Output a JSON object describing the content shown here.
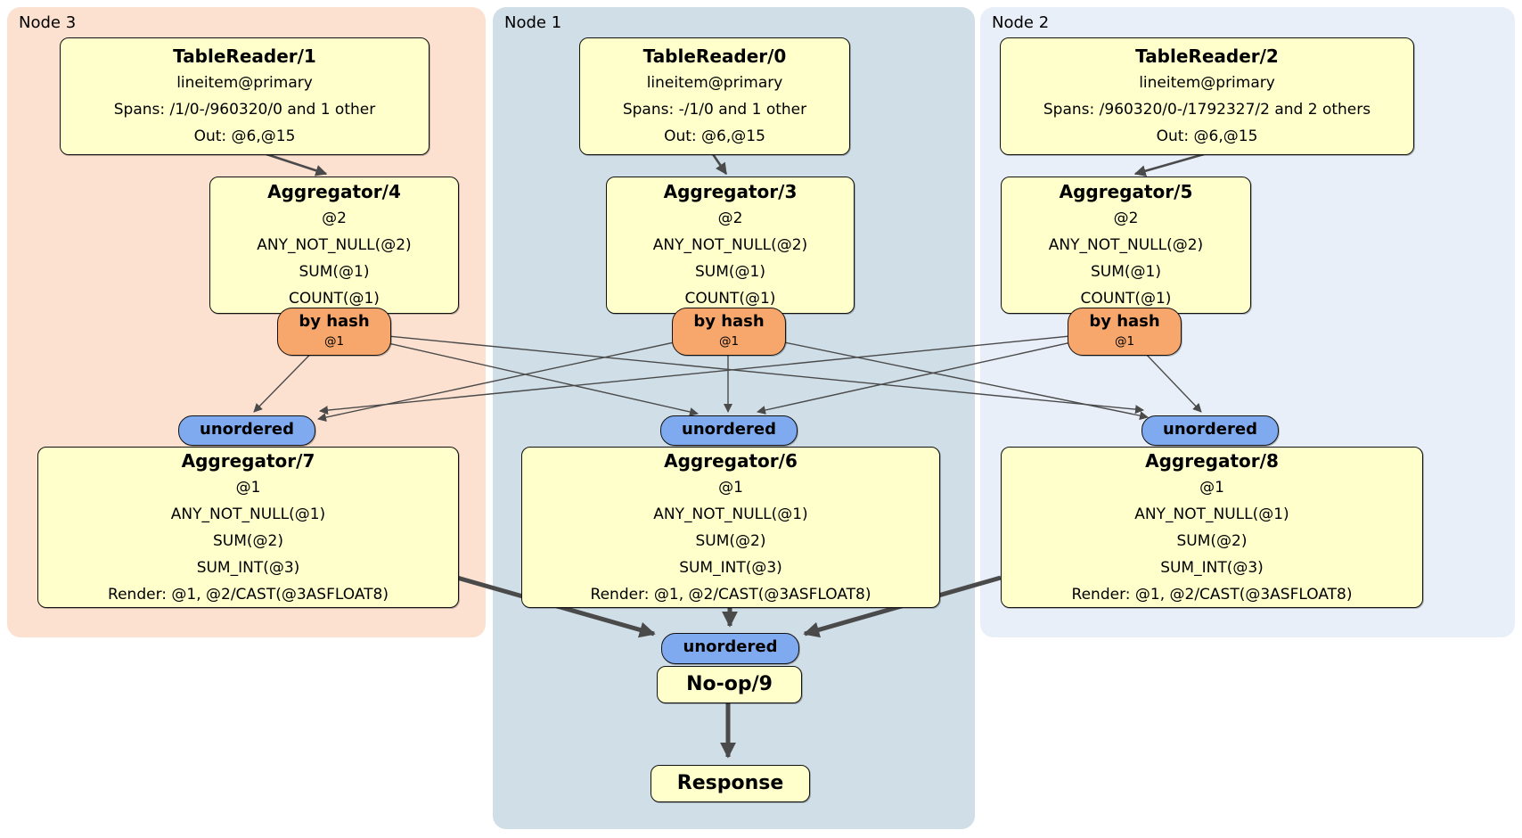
{
  "regions": [
    {
      "label": "Node 3"
    },
    {
      "label": "Node 1"
    },
    {
      "label": "Node 2"
    }
  ],
  "processors": {
    "tr1": {
      "title": "TableReader/1",
      "lines": [
        "lineitem@primary",
        "Spans: /1/0-/960320/0 and 1 other",
        "Out: @6,@15"
      ]
    },
    "tr0": {
      "title": "TableReader/0",
      "lines": [
        "lineitem@primary",
        "Spans: -/1/0 and 1 other",
        "Out: @6,@15"
      ]
    },
    "tr2": {
      "title": "TableReader/2",
      "lines": [
        "lineitem@primary",
        "Spans: /960320/0-/1792327/2 and 2 others",
        "Out: @6,@15"
      ]
    },
    "agg4": {
      "title": "Aggregator/4",
      "lines": [
        "@2",
        "ANY_NOT_NULL(@2)",
        "SUM(@1)",
        "COUNT(@1)"
      ]
    },
    "agg3": {
      "title": "Aggregator/3",
      "lines": [
        "@2",
        "ANY_NOT_NULL(@2)",
        "SUM(@1)",
        "COUNT(@1)"
      ]
    },
    "agg5": {
      "title": "Aggregator/5",
      "lines": [
        "@2",
        "ANY_NOT_NULL(@2)",
        "SUM(@1)",
        "COUNT(@1)"
      ]
    },
    "agg7": {
      "title": "Aggregator/7",
      "lines": [
        "@1",
        "ANY_NOT_NULL(@1)",
        "SUM(@2)",
        "SUM_INT(@3)",
        "Render: @1, @2/CAST(@3ASFLOAT8)"
      ]
    },
    "agg6": {
      "title": "Aggregator/6",
      "lines": [
        "@1",
        "ANY_NOT_NULL(@1)",
        "SUM(@2)",
        "SUM_INT(@3)",
        "Render: @1, @2/CAST(@3ASFLOAT8)"
      ]
    },
    "agg8": {
      "title": "Aggregator/8",
      "lines": [
        "@1",
        "ANY_NOT_NULL(@1)",
        "SUM(@2)",
        "SUM_INT(@3)",
        "Render: @1, @2/CAST(@3ASFLOAT8)"
      ]
    },
    "noop": {
      "title": "No-op/9"
    },
    "response": {
      "title": "Response"
    }
  },
  "routers": [
    {
      "label": "by hash",
      "detail": "@1"
    },
    {
      "label": "by hash",
      "detail": "@1"
    },
    {
      "label": "by hash",
      "detail": "@1"
    }
  ],
  "syncs": [
    {
      "label": "unordered"
    },
    {
      "label": "unordered"
    },
    {
      "label": "unordered"
    },
    {
      "label": "unordered"
    }
  ],
  "colors": {
    "node3_bg": "#fce1d0",
    "node1_bg": "#cfdee7",
    "node2_bg": "#e9eff9",
    "box_bg": "#ffffcc",
    "box_border": "#111111",
    "router_bg": "#f7a76c",
    "sync_bg": "#80aaf0",
    "edge": "#4a4a4a",
    "text": "#000000",
    "canvas_bg": "#ffffff"
  }
}
